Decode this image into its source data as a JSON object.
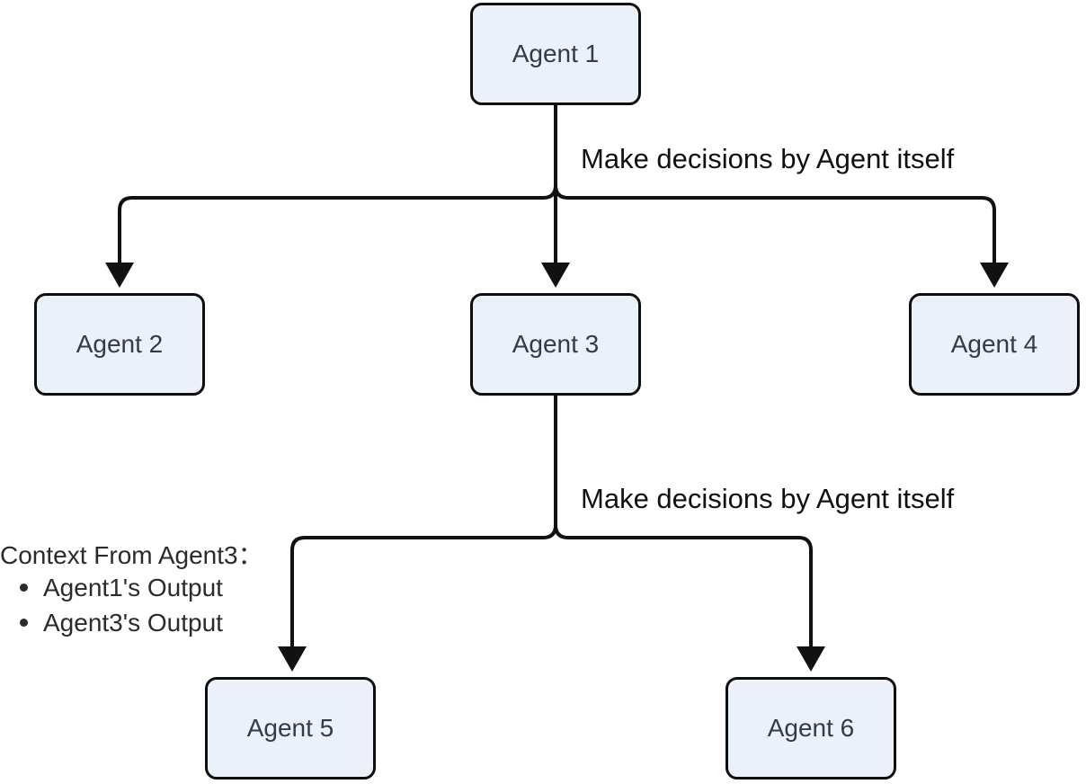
{
  "diagram": {
    "type": "flowchart",
    "nodes": [
      {
        "id": "agent1",
        "label": "Agent 1"
      },
      {
        "id": "agent2",
        "label": "Agent 2"
      },
      {
        "id": "agent3",
        "label": "Agent 3"
      },
      {
        "id": "agent4",
        "label": "Agent 4"
      },
      {
        "id": "agent5",
        "label": "Agent 5"
      },
      {
        "id": "agent6",
        "label": "Agent 6"
      }
    ],
    "edges": [
      {
        "from": "agent1",
        "to": "agent2"
      },
      {
        "from": "agent1",
        "to": "agent3"
      },
      {
        "from": "agent1",
        "to": "agent4"
      },
      {
        "from": "agent3",
        "to": "agent5"
      },
      {
        "from": "agent3",
        "to": "agent6"
      }
    ],
    "edge_labels": {
      "top": "Make decisions by Agent itself",
      "bottom": "Make decisions by Agent itself"
    },
    "annotation": {
      "heading": "Context From Agent3：",
      "items": [
        "Agent1's Output",
        "Agent3's Output"
      ]
    },
    "colors": {
      "background": "#FFFFFF",
      "node_fill": "#ECF1F9",
      "node_border": "#0E0E0E",
      "node_text": "#333B45",
      "edge_stroke": "#111111",
      "label_text": "#111111",
      "annotation_text": "#2B2B2B"
    }
  }
}
